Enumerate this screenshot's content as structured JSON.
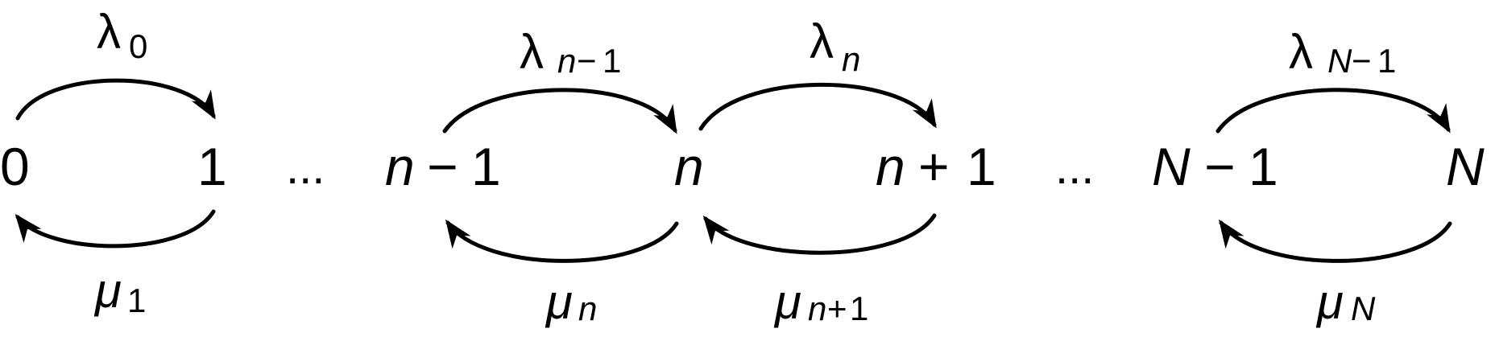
{
  "diagram": {
    "states": [
      {
        "name": "0",
        "italic": false
      },
      {
        "name": "1",
        "italic": false
      },
      {
        "name": "n",
        "op": "−",
        "num": "1"
      },
      {
        "name": "n"
      },
      {
        "name": "n",
        "op": "+",
        "num": "1"
      },
      {
        "name": "N",
        "op": "−",
        "num": "1"
      },
      {
        "name": "N"
      }
    ],
    "ellipses": [
      "...",
      "..."
    ],
    "birth_rates": [
      {
        "symbol": "λ",
        "sub": "0"
      },
      {
        "symbol": "λ",
        "sub_var": "n",
        "sub_op": "−",
        "sub_num": "1"
      },
      {
        "symbol": "λ",
        "sub_var": "n"
      },
      {
        "symbol": "λ",
        "sub_var": "N",
        "sub_op": "−",
        "sub_num": "1"
      }
    ],
    "death_rates": [
      {
        "symbol": "μ",
        "sub": "1"
      },
      {
        "symbol": "μ",
        "sub_var": "n"
      },
      {
        "symbol": "μ",
        "sub_var": "n",
        "sub_op": "+",
        "sub_num": "1"
      },
      {
        "symbol": "μ",
        "sub_var": "N"
      }
    ]
  }
}
